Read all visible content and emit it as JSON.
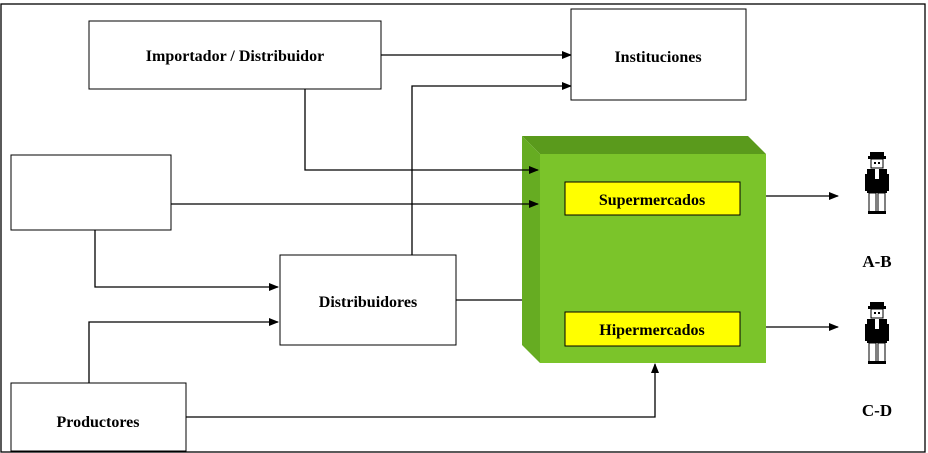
{
  "nodes": {
    "importador": "Importador / Distribuidor",
    "instituciones": "Instituciones",
    "unlabeled_box": "",
    "distribuidores": "Distribuidores",
    "productores": "Productores",
    "supermercados": "Supermercados",
    "hipermercados": "Hipermercados"
  },
  "segments": {
    "ab": "A-B",
    "cd": "C-D"
  },
  "colors": {
    "retail_block_front": "#7bc42a",
    "retail_block_top": "#5a9a1c",
    "retail_block_side": "#66ac22",
    "retail_label_fill": "#ffff00",
    "line": "#000000"
  },
  "icons": {
    "consumer_ab": "person-icon",
    "consumer_cd": "person-icon"
  }
}
